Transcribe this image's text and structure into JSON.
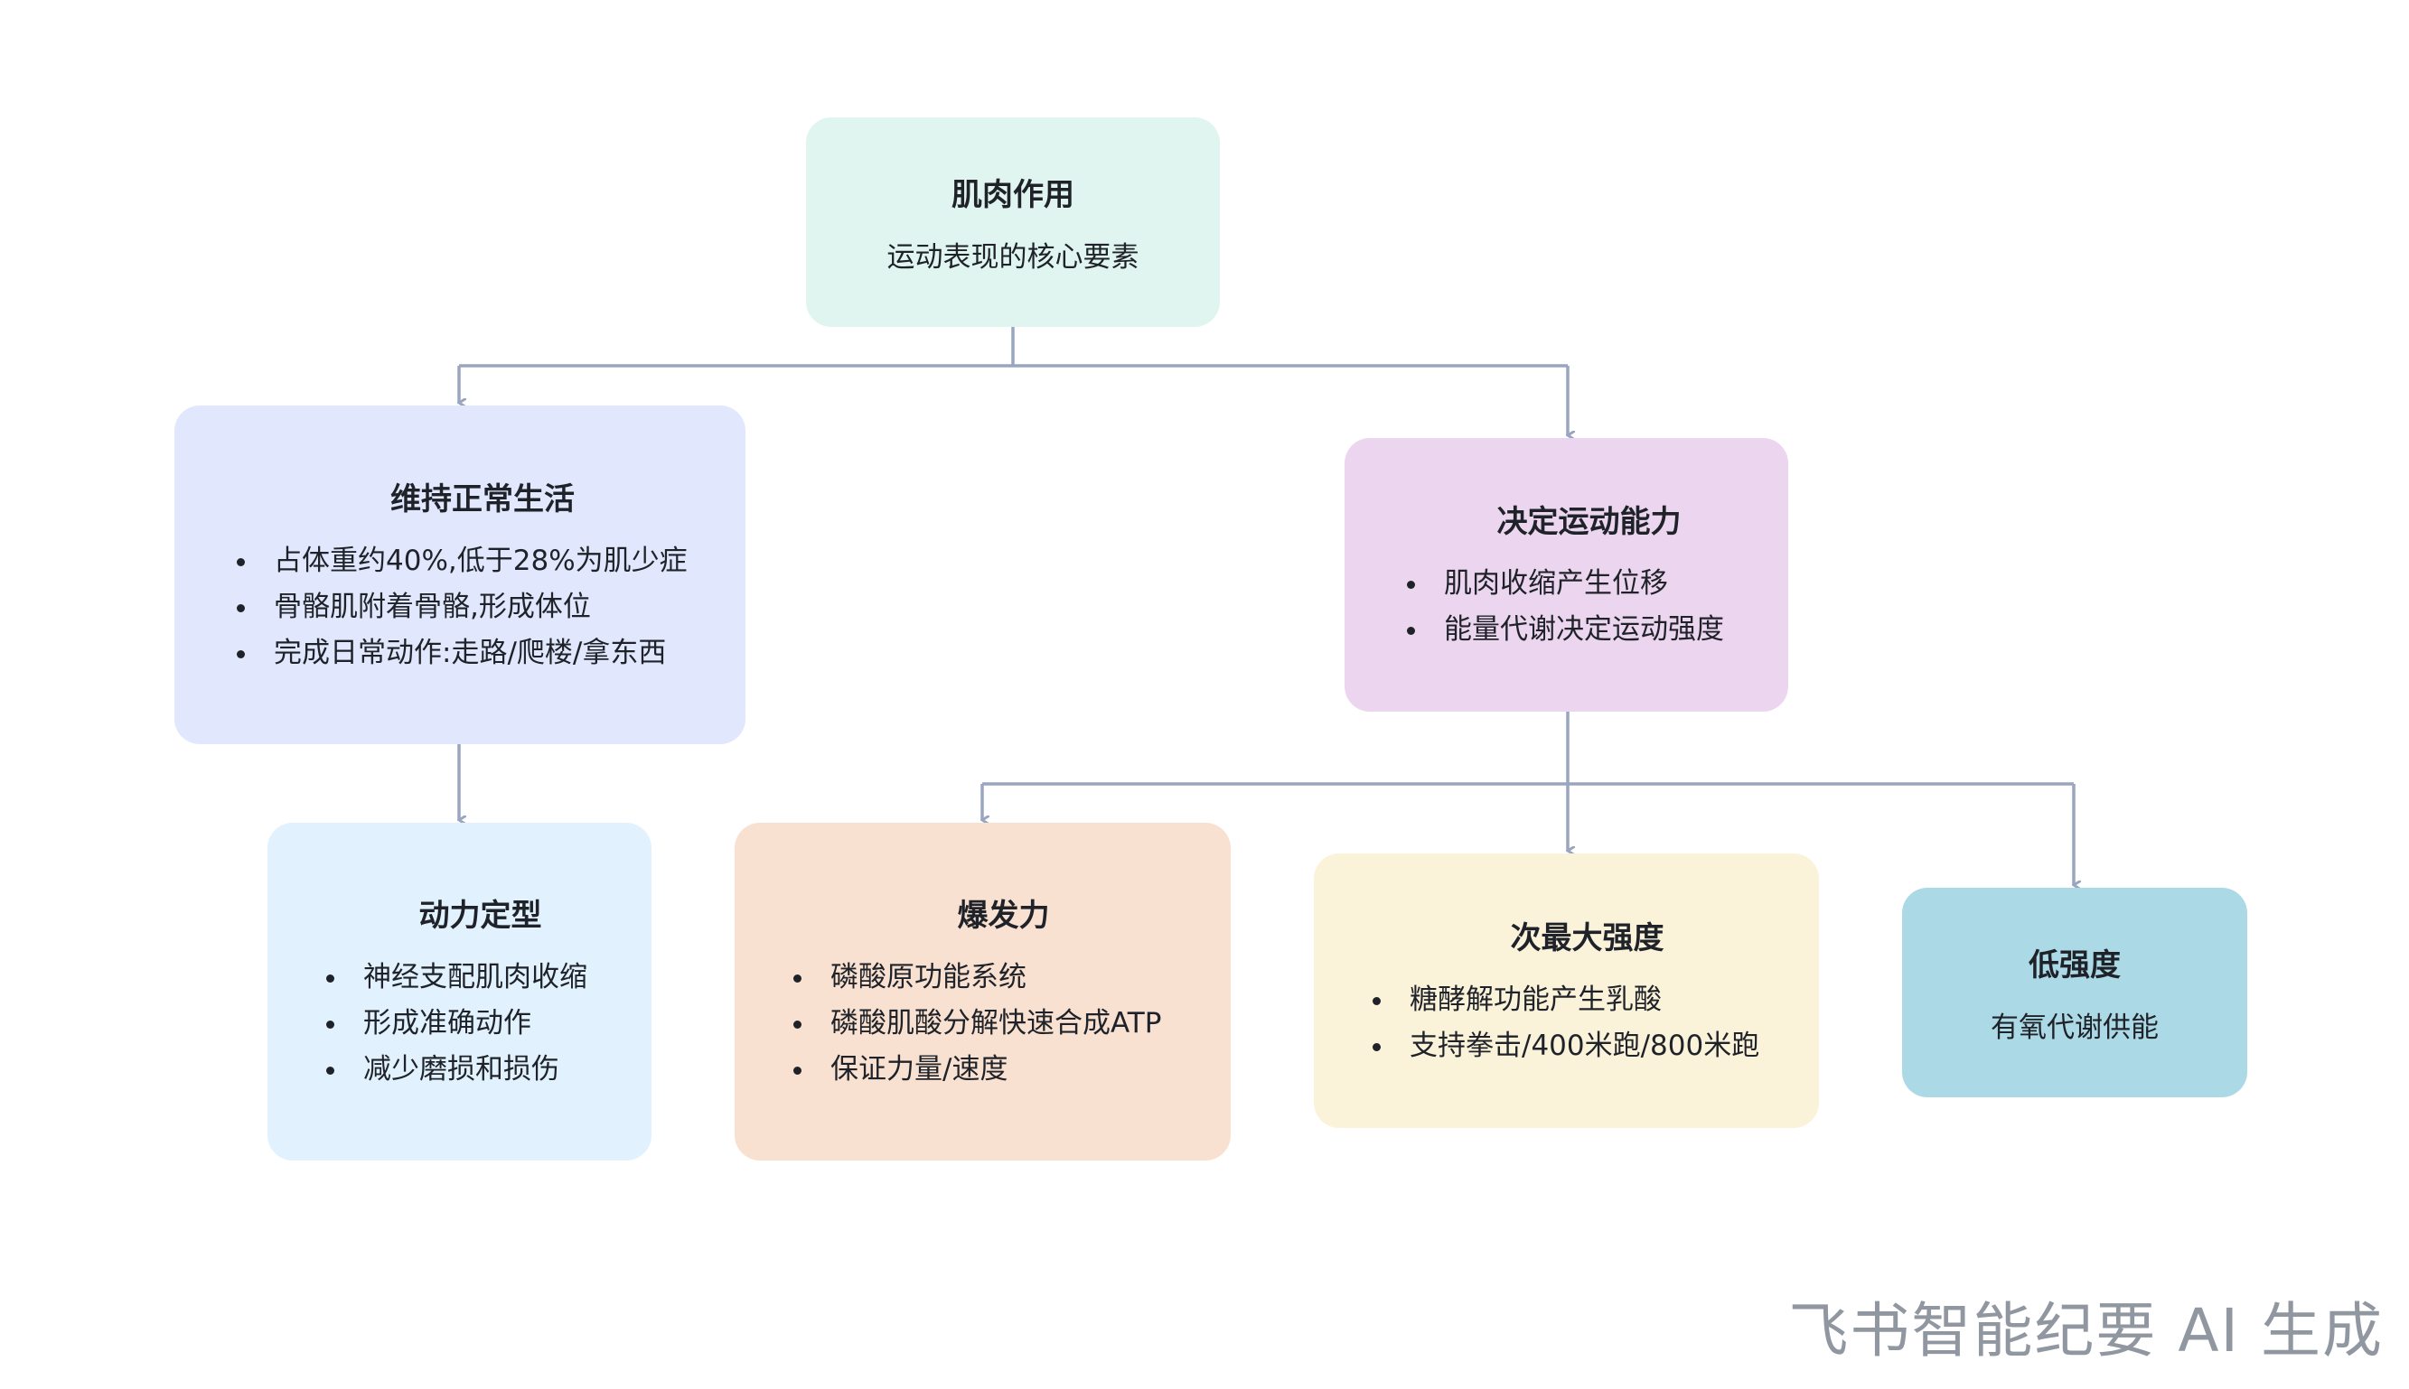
{
  "root": {
    "title": "肌肉作用",
    "subtitle": "运动表现的核心要素"
  },
  "left": {
    "title": "维持正常生活",
    "items": [
      "占体重约40%,低于28%为肌少症",
      "骨骼肌附着骨骼,形成体位",
      "完成日常动作:走路/爬楼/拿东西"
    ]
  },
  "right": {
    "title": "决定运动能力",
    "items": [
      "肌肉收缩产生位移",
      "能量代谢决定运动强度"
    ]
  },
  "c1": {
    "title": "动力定型",
    "items": [
      "神经支配肌肉收缩",
      "形成准确动作",
      "减少磨损和损伤"
    ]
  },
  "c2": {
    "title": "爆发力",
    "items": [
      "磷酸原功能系统",
      "磷酸肌酸分解快速合成ATP",
      "保证力量/速度"
    ]
  },
  "c3": {
    "title": "次最大强度",
    "items": [
      "糖酵解功能产生乳酸",
      "支持拳击/400米跑/800米跑"
    ]
  },
  "c4": {
    "title": "低强度",
    "subtitle": "有氧代谢供能"
  },
  "watermark": "飞书智能纪要 AI 生成",
  "colors": {
    "root": "#e0f5f0",
    "left": "#e1e8fd",
    "right": "#ecd5ef",
    "c1": "#e1f1fd",
    "c2": "#f8e1d1",
    "c3": "#fbf2da",
    "c4": "#acd9e6",
    "line": "#9aa6bf"
  }
}
